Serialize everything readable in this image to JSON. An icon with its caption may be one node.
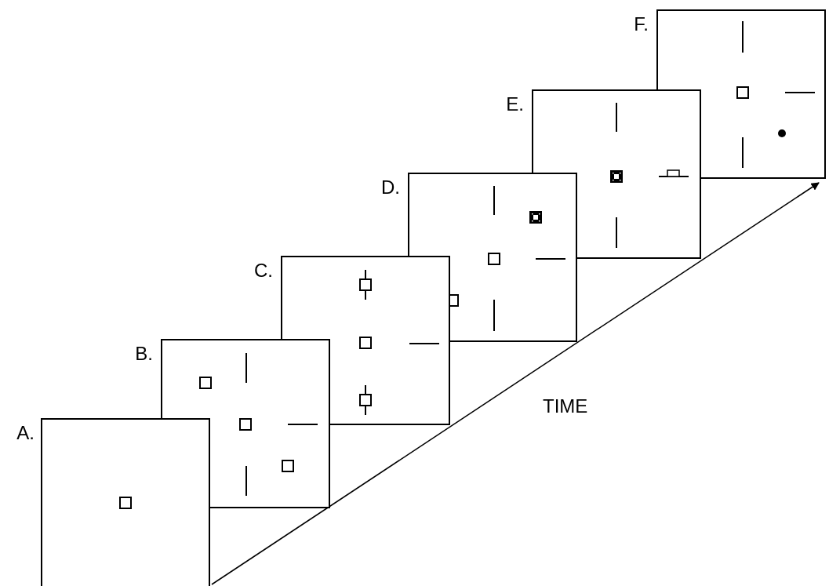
{
  "diagram": {
    "nodes": [
      {
        "text": [
          "A."
        ]
      },
      {
        "text": [
          "B."
        ]
      },
      {
        "text": [
          "C."
        ]
      },
      {
        "text": [
          "D."
        ]
      },
      {
        "text": [
          "E."
        ]
      },
      {
        "text": [
          "F."
        ]
      }
    ],
    "edges": [
      {
        "from": 0,
        "to": 5,
        "arrow": "to"
      }
    ],
    "labels": [
      "TIME"
    ]
  }
}
